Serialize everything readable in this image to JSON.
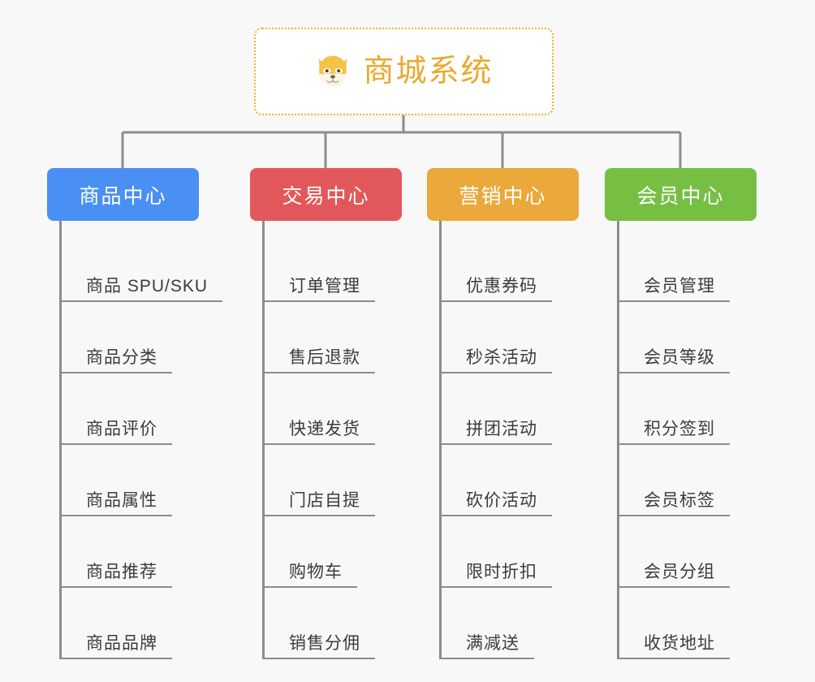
{
  "canvas": {
    "background": "#f8f8f8",
    "connector_color": "#8c8c8c"
  },
  "root": {
    "title": "商城系统",
    "icon": "shiba-inu-dog-face-emoji",
    "text_color": "#eaa92e",
    "border_color": "#f0b429",
    "background": "#ffffff"
  },
  "branches": [
    {
      "title": "商品中心",
      "color": "#4a90f4",
      "head_class": "head-blue",
      "leaves": [
        {
          "label": "商品 SPU/SKU"
        },
        {
          "label": "商品分类"
        },
        {
          "label": "商品评价"
        },
        {
          "label": "商品属性"
        },
        {
          "label": "商品推荐"
        },
        {
          "label": "商品品牌"
        }
      ]
    },
    {
      "title": "交易中心",
      "color": "#e2585a",
      "head_class": "head-red",
      "leaves": [
        {
          "label": "订单管理"
        },
        {
          "label": "售后退款"
        },
        {
          "label": "快递发货"
        },
        {
          "label": "门店自提"
        },
        {
          "label": "购物车"
        },
        {
          "label": "销售分佣"
        }
      ]
    },
    {
      "title": "营销中心",
      "color": "#eaa93a",
      "head_class": "head-orange",
      "leaves": [
        {
          "label": "优惠券码"
        },
        {
          "label": "秒杀活动"
        },
        {
          "label": "拼团活动"
        },
        {
          "label": "砍价活动"
        },
        {
          "label": "限时折扣"
        },
        {
          "label": "满减送"
        }
      ]
    },
    {
      "title": "会员中心",
      "color": "#76bf43",
      "head_class": "head-green",
      "leaves": [
        {
          "label": "会员管理"
        },
        {
          "label": "会员等级"
        },
        {
          "label": "积分签到"
        },
        {
          "label": "会员标签"
        },
        {
          "label": "会员分组"
        },
        {
          "label": "收货地址"
        }
      ]
    }
  ]
}
